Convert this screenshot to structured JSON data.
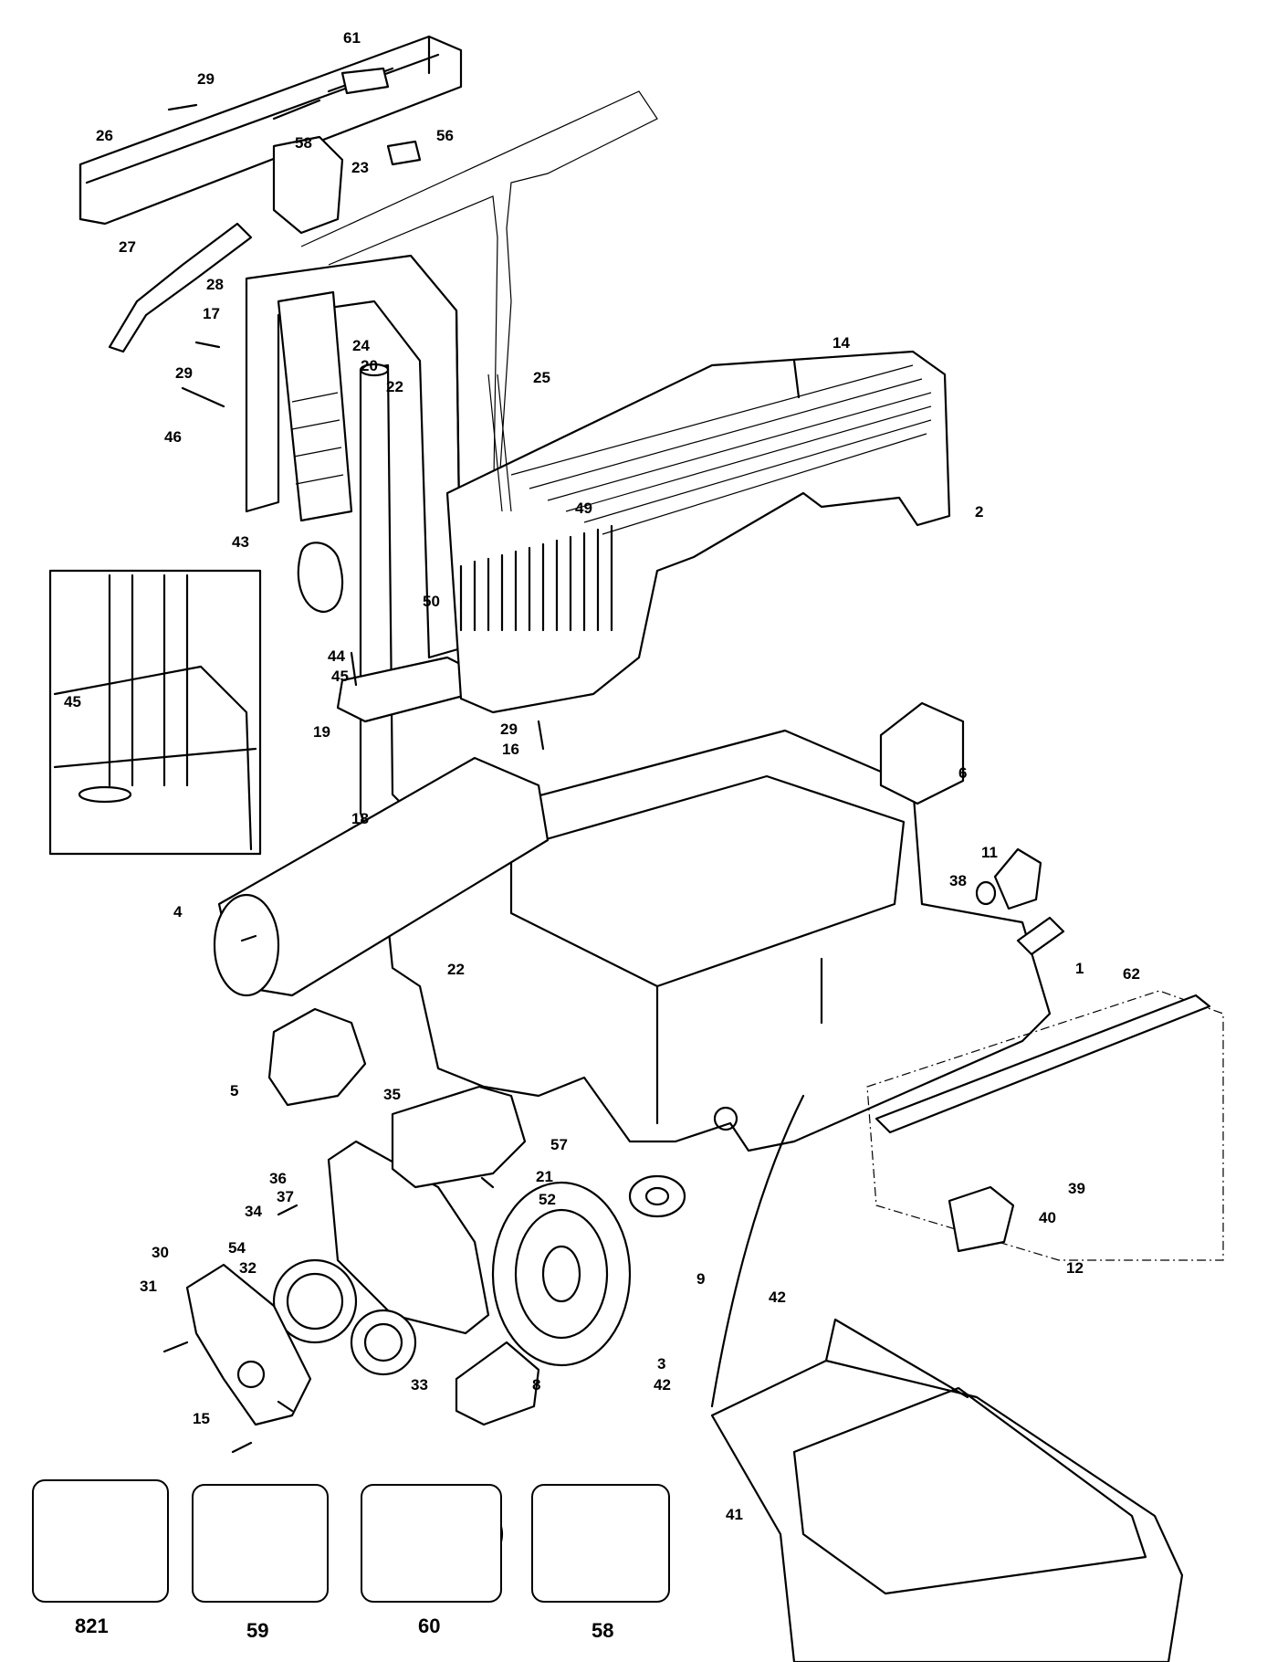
{
  "labels": {
    "p1": "1",
    "p2": "2",
    "p3": "3",
    "p4": "4",
    "p5": "5",
    "p6": "6",
    "p8": "8",
    "p9": "9",
    "p11": "11",
    "p12": "12",
    "p14": "14",
    "p15": "15",
    "p16": "16",
    "p17": "17",
    "p18": "18",
    "p19": "19",
    "p20": "20",
    "p21": "21",
    "p22a": "22",
    "p22b": "22",
    "p23": "23",
    "p24": "24",
    "p25": "25",
    "p26": "26",
    "p27": "27",
    "p28": "28",
    "p29a": "29",
    "p29b": "29",
    "p29c": "29",
    "p30": "30",
    "p31": "31",
    "p32": "32",
    "p33": "33",
    "p34": "34",
    "p35": "35",
    "p36": "36",
    "p37": "37",
    "p38": "38",
    "p39": "39",
    "p40": "40",
    "p41": "41",
    "p42a": "42",
    "p42b": "42",
    "p43": "43",
    "p44": "44",
    "p45a": "45",
    "p45b": "45",
    "p46": "46",
    "p49": "49",
    "p50": "50",
    "p52": "52",
    "p54": "54",
    "p56": "56",
    "p57": "57",
    "p58": "58",
    "p61": "61",
    "p62": "62"
  },
  "kits": {
    "k821": "821",
    "k59": "59",
    "k60": "60",
    "k58": "58"
  }
}
